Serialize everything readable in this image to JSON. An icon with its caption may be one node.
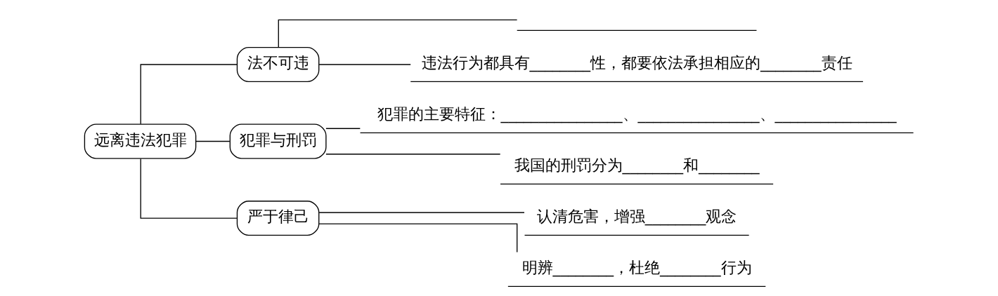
{
  "diagram": {
    "nodes": [
      {
        "text": [
          "远离违法犯罪"
        ]
      },
      {
        "text": [
          "法不可违"
        ]
      },
      {
        "text": [],
        "shape": "line"
      },
      {
        "text": [
          "违法行为都具有________性，都要依法承担相应的________责任"
        ]
      },
      {
        "text": [
          "犯罪与刑罚"
        ]
      },
      {
        "text": [
          "犯罪的主要特征：________________、________________、________________"
        ]
      },
      {
        "text": [
          "我国的刑罚分为________和________"
        ]
      },
      {
        "text": [
          "严于律己"
        ]
      },
      {
        "text": [
          "认清危害，增强________观念"
        ]
      },
      {
        "text": [
          "明辨________，杜绝________行为"
        ]
      }
    ],
    "edges": [
      {
        "from": 0,
        "to": 1,
        "arrow": "none"
      },
      {
        "from": 0,
        "to": 4,
        "arrow": "none"
      },
      {
        "from": 0,
        "to": 7,
        "arrow": "none"
      },
      {
        "from": 1,
        "to": 2,
        "arrow": "none"
      },
      {
        "from": 1,
        "to": 3,
        "arrow": "none"
      },
      {
        "from": 4,
        "to": 5,
        "arrow": "none"
      },
      {
        "from": 4,
        "to": 6,
        "arrow": "none"
      },
      {
        "from": 7,
        "to": 8,
        "arrow": "none"
      },
      {
        "from": 7,
        "to": 9,
        "arrow": "none"
      }
    ]
  }
}
